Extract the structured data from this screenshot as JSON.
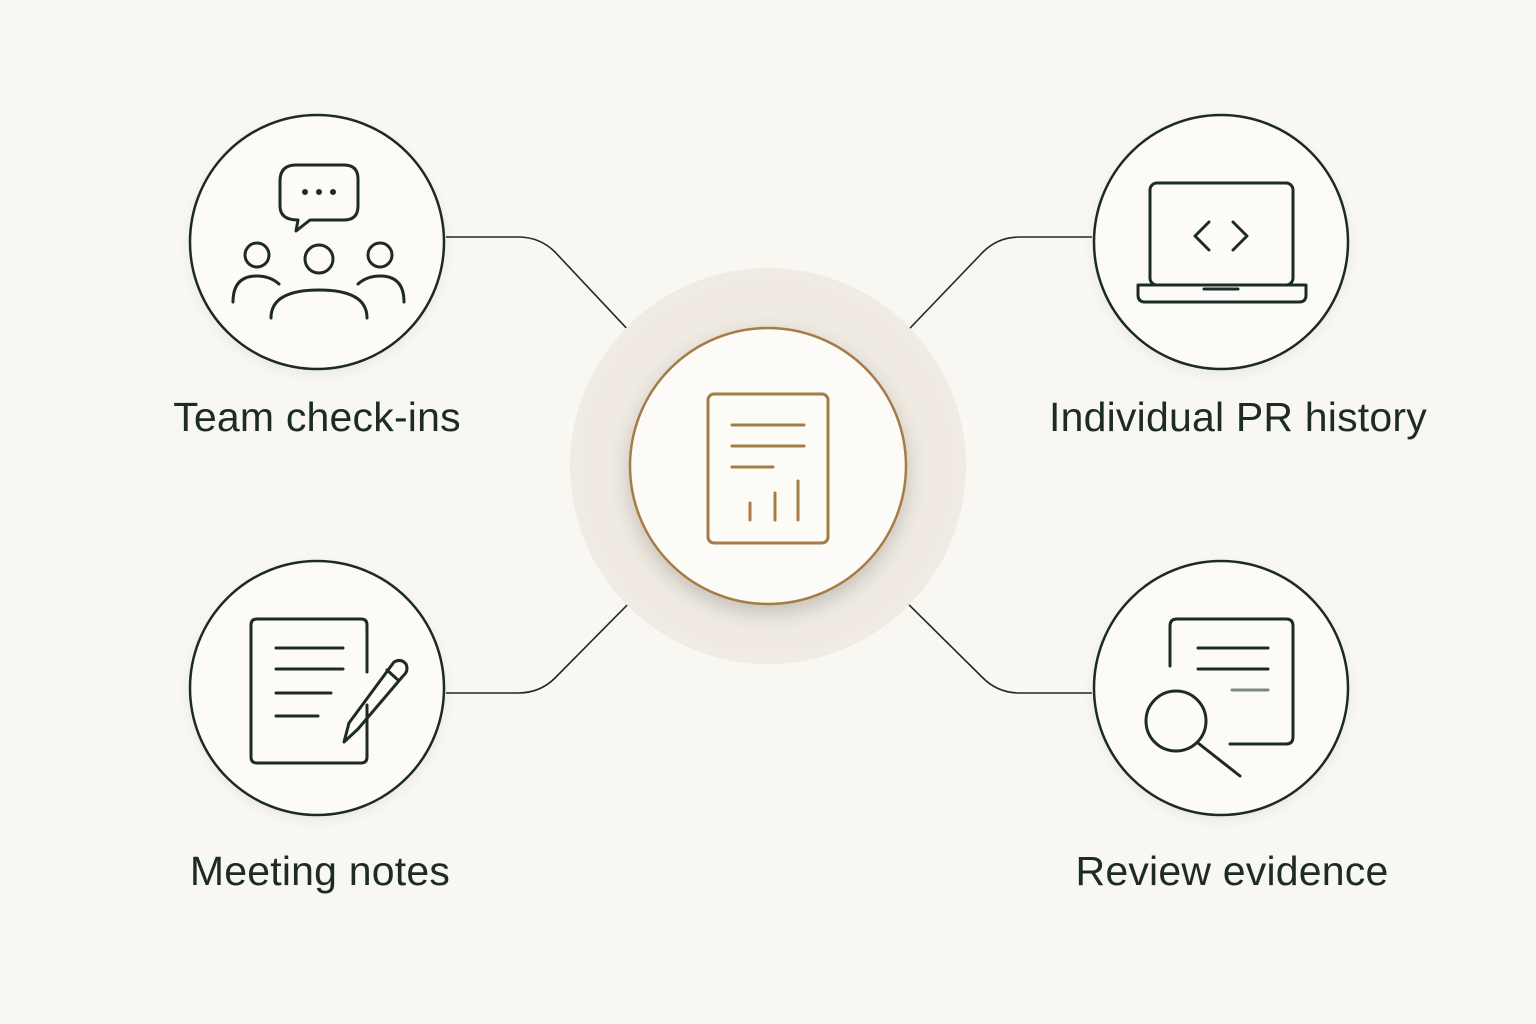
{
  "diagram": {
    "hub": {
      "icon": "report-chart-icon",
      "accent_color": "#a57c45",
      "halo_color": "#efeae2"
    },
    "nodes": [
      {
        "id": "team",
        "label": "Team check-ins",
        "icon": "team-chat-icon"
      },
      {
        "id": "pr",
        "label": "Individual PR history",
        "icon": "laptop-code-icon"
      },
      {
        "id": "meeting",
        "label": "Meeting notes",
        "icon": "notes-pencil-icon"
      },
      {
        "id": "review",
        "label": "Review evidence",
        "icon": "document-search-icon"
      }
    ],
    "stroke_color": "#1d2b27",
    "background_color": "#f8f7f2"
  }
}
